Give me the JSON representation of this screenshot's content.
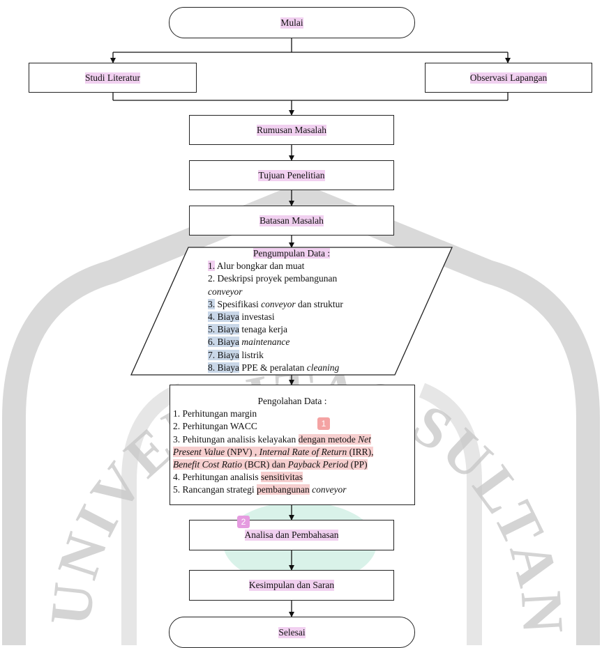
{
  "watermark": {
    "text": "UNIVERSITAS SULTAN AGENG TIRTAYASA",
    "colors": {
      "ring": "#d9d9d9",
      "letters_dark": "#c6c6c6",
      "letters_light": "#f6f0b5",
      "center": "#d9f2e9"
    }
  },
  "colors": {
    "highlight_purple": "#f1d0f0",
    "highlight_blue": "#c9d7e8",
    "highlight_red": "#f6cfcf",
    "badge_1": "#f4a3a3",
    "badge_2": "#e59be0"
  },
  "nodes": {
    "mulai": "Mulai",
    "studi_literatur": "Studi Literatur",
    "observasi_lapangan": "Observasi Lapangan",
    "rumusan_masalah": "Rumusan Masalah",
    "tujuan_penelitian": "Tujuan Penelitian",
    "batasan_masalah": "Batasan Masalah",
    "analisa_pembahasan": "Analisa dan Pembahasan",
    "kesimpulan_saran": "Kesimpulan dan Saran",
    "selesai": "Selesai"
  },
  "pengumpulan": {
    "title": "Pengumpulan Data :",
    "items": [
      {
        "num": "1.",
        "text": "Alur bongkar dan muat"
      },
      {
        "num": "2.",
        "text": "Deskripsi proyek pembangunan"
      },
      {
        "num": "",
        "italic": "conveyor"
      },
      {
        "num": "3.",
        "text": "Spesifikasi ",
        "italic": "conveyor",
        "rest": " dan struktur"
      },
      {
        "num": "4.",
        "label": "Biaya",
        "text": " investasi"
      },
      {
        "num": "5.",
        "label": "Biaya",
        "text": " tenaga kerja"
      },
      {
        "num": "6.",
        "label": "Biaya",
        "italic": "maintenance"
      },
      {
        "num": "7.",
        "label": "Biaya",
        "text": " listrik"
      },
      {
        "num": "8.",
        "label": "Biaya",
        "text": " PPE & peralatan ",
        "italic": "cleaning"
      }
    ]
  },
  "pengolahan": {
    "title": "Pengolahan Data :",
    "l1": "1. Perhitungan margin",
    "l2": "2. Perhitungan WACC",
    "l3a": "3. Pehitungan analisis kelayakan ",
    "l3b": "dengan metode ",
    "l3c": "Net",
    "l4a": "Present Value",
    "l4b": " (NPV) , ",
    "l4c": "Internal Rate of Return",
    "l4d": " (IRR),",
    "l5a": "Benefit Cost Ratio",
    "l5b": " (BCR) dan ",
    "l5c": "Payback Period",
    "l5d": " (PP)",
    "l6a": "4. Perhitungan analisis ",
    "l6b": "sensitivitas",
    "l7a": "5. Rancangan strategi ",
    "l7b": "pembangunan",
    "l7c": " conveyor"
  },
  "badges": {
    "one": "1",
    "two": "2"
  }
}
